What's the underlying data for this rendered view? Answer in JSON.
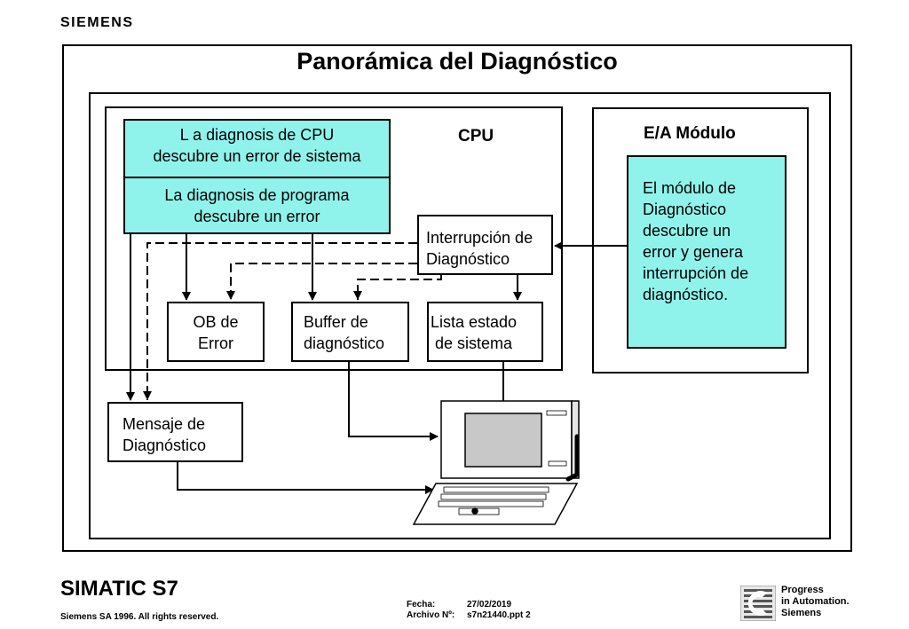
{
  "header": {
    "brand": "SIEMENS"
  },
  "title": "Panorámica del Diagnóstico",
  "cpu": {
    "label": "CPU",
    "cpu_diag": [
      "L a diagnosis de CPU",
      "descubre un error de sistema"
    ],
    "prog_diag": [
      "La diagnosis de programa",
      "descubre un error"
    ],
    "interrupt": [
      "Interrupción de",
      "Diagnóstico"
    ],
    "ob_error": [
      "OB de",
      "Error"
    ],
    "buffer": [
      "Buffer de",
      "diagnóstico"
    ],
    "lista": [
      "Lista estado",
      "de sistema"
    ]
  },
  "io_module": {
    "label": "E/A Módulo",
    "text": [
      "El módulo de",
      "Diagnóstico",
      "descubre un",
      "error y genera",
      "interrupción de",
      "diagnóstico."
    ]
  },
  "message": [
    "Mensaje de",
    "Diagnóstico"
  ],
  "footer": {
    "product": "SIMATIC S7",
    "copyright": "Siemens SA 1996. All rights reserved.",
    "fecha_label": "Fecha:",
    "fecha_value": "27/02/2019",
    "archivo_label": "Archivo Nº:",
    "archivo_value": "s7n21440.ppt 2",
    "slogan": [
      "Progress",
      "in Automation.",
      "Siemens"
    ]
  },
  "colors": {
    "cyan": "#8ff3eb",
    "screen": "#c8c8c8"
  },
  "icons": [
    "pc-terminal-icon",
    "siemens-progress-logo-icon"
  ]
}
